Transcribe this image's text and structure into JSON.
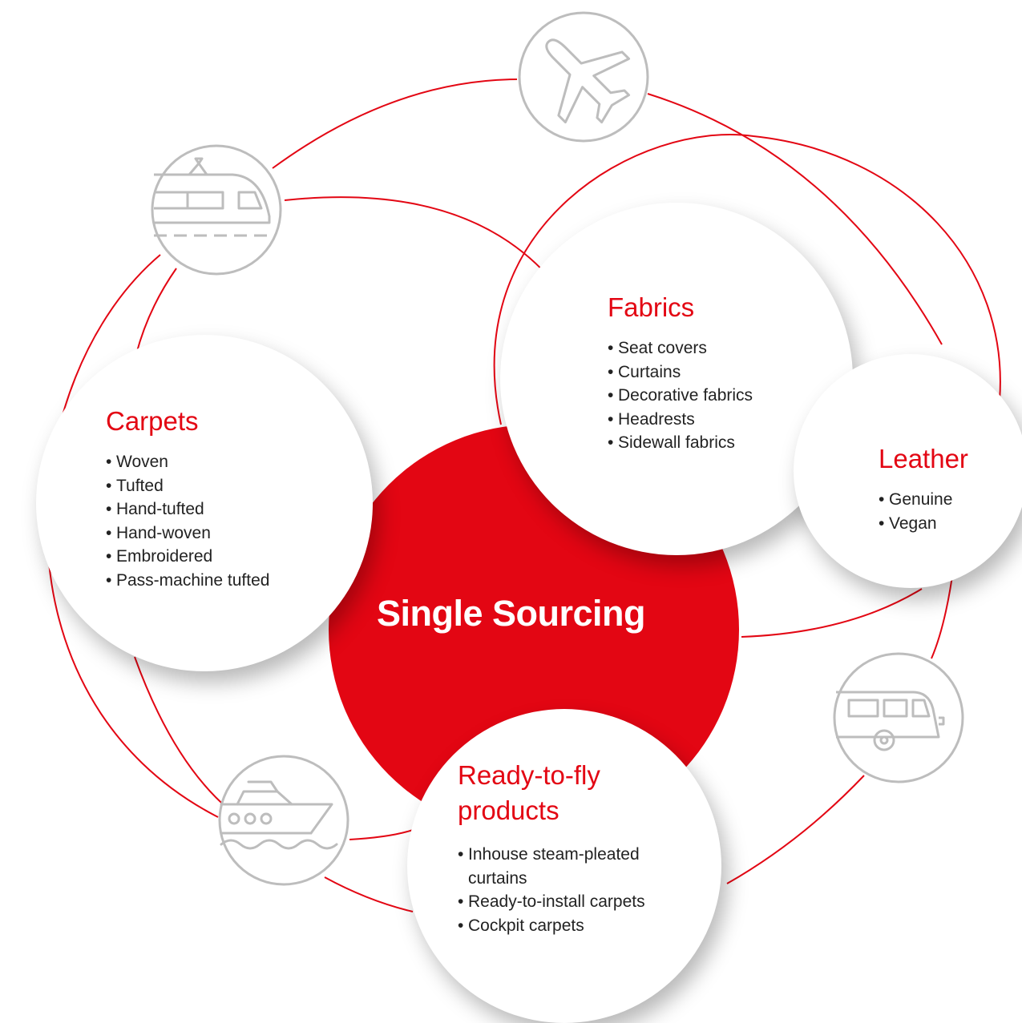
{
  "colors": {
    "accent": "#e30613",
    "icon_gray": "#bdbdbd",
    "text": "#222222",
    "background": "#ffffff"
  },
  "center": {
    "label": "Single Sourcing"
  },
  "categories": {
    "fabrics": {
      "title": "Fabrics",
      "items": [
        "Seat covers",
        "Curtains",
        "Decorative fabrics",
        "Headrests",
        "Sidewall fabrics"
      ]
    },
    "carpets": {
      "title": "Carpets",
      "items": [
        "Woven",
        "Tufted",
        "Hand-tufted",
        "Hand-woven",
        "Embroidered",
        "Pass-machine tufted"
      ]
    },
    "leather": {
      "title": "Leather",
      "items": [
        "Genuine",
        "Vegan"
      ]
    },
    "ready_to_fly": {
      "title": "Ready-to-fly\nproducts",
      "items": [
        "Inhouse steam-pleated\ncurtains",
        "Ready-to-install carpets",
        "Cockpit carpets"
      ]
    }
  },
  "icons": [
    "airplane-icon",
    "train-icon",
    "caravan-icon",
    "ship-icon"
  ]
}
